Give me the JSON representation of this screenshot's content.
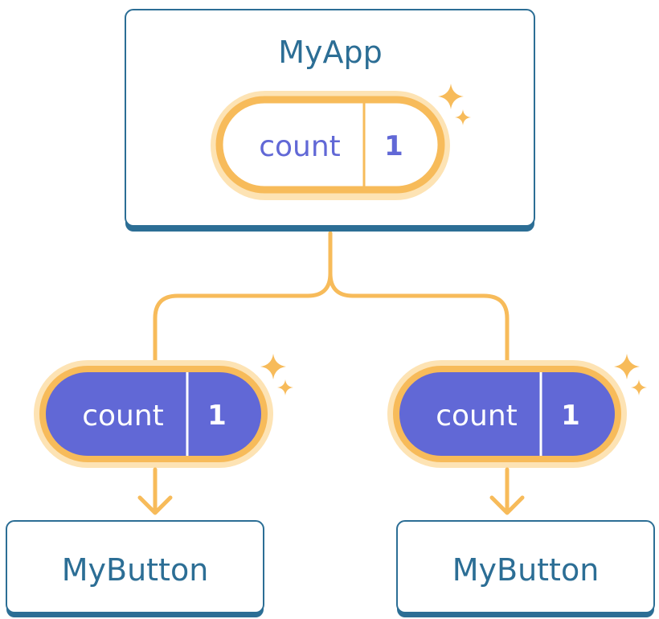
{
  "colors": {
    "box_border": "#2c6e95",
    "box_shadow": "#2c6e95",
    "text": "#2c6e95",
    "highlight": "#f7bb5a",
    "highlight_glow": "#fde3b4",
    "pill_fill": "#6168d6",
    "pill_white": "#ffffff",
    "sparkle": "#f7bb5a"
  },
  "nodes": {
    "app": {
      "title": "MyApp",
      "state": {
        "label": "count",
        "value": "1"
      }
    },
    "left_child": {
      "prop": {
        "label": "count",
        "value": "1"
      },
      "title": "MyButton"
    },
    "right_child": {
      "prop": {
        "label": "count",
        "value": "1"
      },
      "title": "MyButton"
    }
  },
  "icons": {
    "app_sparkle": "sparkle-icon",
    "left_sparkle": "sparkle-icon",
    "right_sparkle": "sparkle-icon",
    "left_arrow": "arrow-down-icon",
    "right_arrow": "arrow-down-icon"
  }
}
